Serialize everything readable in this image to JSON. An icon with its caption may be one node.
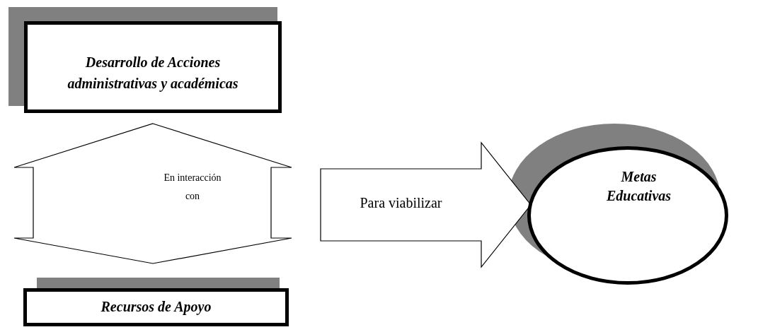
{
  "diagram": {
    "nodes": [
      {
        "text": [
          "Desarrollo de Acciones administrativas y académicas"
        ]
      },
      {
        "text": [
          "En interacción con"
        ]
      },
      {
        "text": [
          "Recursos de Apoyo"
        ]
      },
      {
        "text": [
          "Metas Educativas"
        ]
      }
    ],
    "edges": [
      {
        "from": 1,
        "to": 3,
        "arrow": "to",
        "label": "Para viabilizar",
        "style": "thick"
      }
    ]
  }
}
